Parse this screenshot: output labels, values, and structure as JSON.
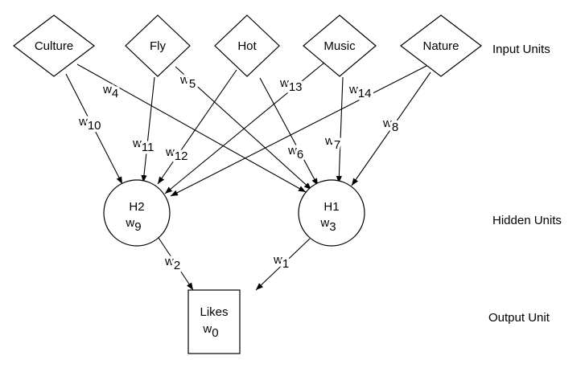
{
  "inputs": [
    {
      "id": "culture",
      "label": "Culture"
    },
    {
      "id": "fly",
      "label": "Fly"
    },
    {
      "id": "hot",
      "label": "Hot"
    },
    {
      "id": "music",
      "label": "Music"
    },
    {
      "id": "nature",
      "label": "Nature"
    }
  ],
  "hidden": [
    {
      "id": "h2",
      "label": "H2",
      "bias": "w",
      "bias_sub": "9"
    },
    {
      "id": "h1",
      "label": "H1",
      "bias": "w",
      "bias_sub": "3"
    }
  ],
  "output": {
    "id": "likes",
    "label": "Likes",
    "bias": "w",
    "bias_sub": "0"
  },
  "layer_labels": {
    "input": "Input Units",
    "hidden": "Hidden Units",
    "output": "Output Unit"
  },
  "edges": [
    {
      "from": "culture",
      "to": "h2",
      "w": "w",
      "sub": "10"
    },
    {
      "from": "culture",
      "to": "h1",
      "w": "w",
      "sub": "4"
    },
    {
      "from": "fly",
      "to": "h2",
      "w": "w",
      "sub": "11"
    },
    {
      "from": "fly",
      "to": "h1",
      "w": "w",
      "sub": "5"
    },
    {
      "from": "hot",
      "to": "h2",
      "w": "w",
      "sub": "12"
    },
    {
      "from": "hot",
      "to": "h1",
      "w": "w",
      "sub": "6"
    },
    {
      "from": "music",
      "to": "h2",
      "w": "w",
      "sub": "13"
    },
    {
      "from": "music",
      "to": "h1",
      "w": "w",
      "sub": "7"
    },
    {
      "from": "nature",
      "to": "h2",
      "w": "w",
      "sub": "14"
    },
    {
      "from": "nature",
      "to": "h1",
      "w": "w",
      "sub": "8"
    },
    {
      "from": "h2",
      "to": "likes",
      "w": "w",
      "sub": "2"
    },
    {
      "from": "h1",
      "to": "likes",
      "w": "w",
      "sub": "1"
    }
  ]
}
